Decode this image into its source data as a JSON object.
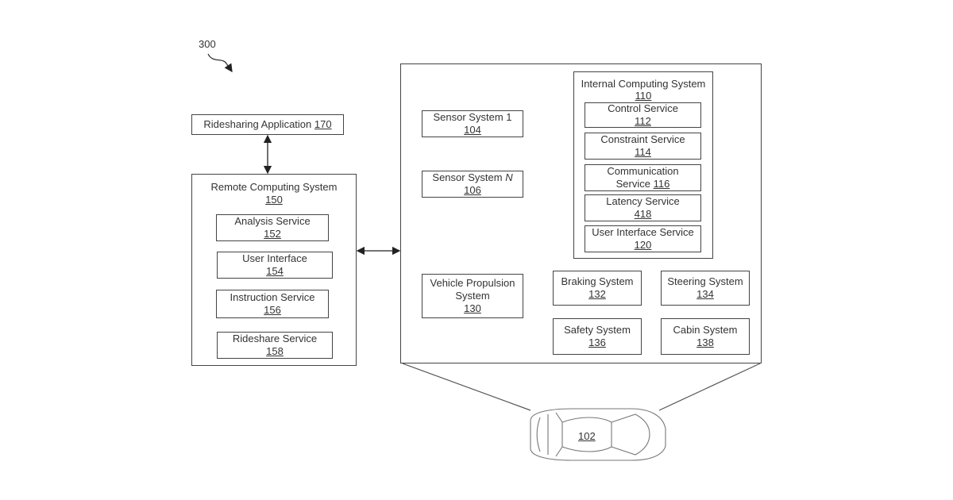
{
  "figure_ref": "300",
  "ridesharing_app": {
    "label": "Ridesharing Application",
    "num": "170"
  },
  "remote": {
    "title": "Remote Computing System",
    "num": "150",
    "services": [
      {
        "label": "Analysis Service",
        "num": "152"
      },
      {
        "label": "User Interface",
        "num": "154"
      },
      {
        "label": "Instruction Service",
        "num": "156"
      },
      {
        "label": "Rideshare Service",
        "num": "158"
      }
    ]
  },
  "sensor1": {
    "label": "Sensor System 1",
    "num": "104"
  },
  "sensorN": {
    "label": "Sensor System",
    "italic": "N",
    "num": "106"
  },
  "internal": {
    "title": "Internal Computing System",
    "num": "110",
    "services": [
      {
        "line1": "Control Service",
        "line2": "112"
      },
      {
        "line1": "Constraint Service",
        "line2": "114"
      },
      {
        "line1": "Communication",
        "line2": "Service",
        "num": "116"
      },
      {
        "line1": "Latency Service",
        "line2": "418"
      },
      {
        "line1": "User Interface Service",
        "line2": "120"
      }
    ]
  },
  "propulsion": {
    "line1": "Vehicle Propulsion",
    "line2": "System",
    "num": "130"
  },
  "braking": {
    "label": "Braking System",
    "num": "132"
  },
  "steering": {
    "label": "Steering System",
    "num": "134"
  },
  "safety": {
    "label": "Safety System",
    "num": "136"
  },
  "cabin": {
    "label": "Cabin System",
    "num": "138"
  },
  "vehicle": {
    "num": "102"
  }
}
